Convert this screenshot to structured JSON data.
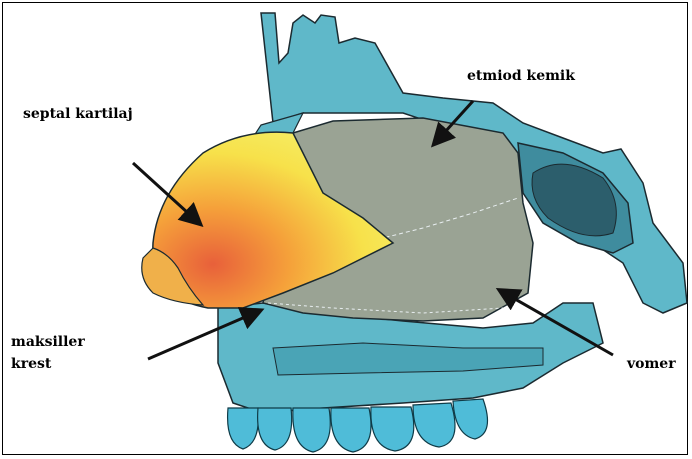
{
  "labels": {
    "septal": "septal kartilaj",
    "ethmoid": "etmiod kemik",
    "maxillary_line1": "maksiller",
    "maxillary_line2": "krest",
    "vomer": "vomer"
  },
  "colors": {
    "bone": "#5fb8c9",
    "bone_dark": "#3a8ea3",
    "septum_bone": "#9aa394",
    "cartilage": "#f2e64a",
    "cartilage_edge": "#f5a623",
    "teeth": "#4fbcd8",
    "outline": "#1b2a30"
  },
  "icons": [
    "arrow-icon"
  ]
}
